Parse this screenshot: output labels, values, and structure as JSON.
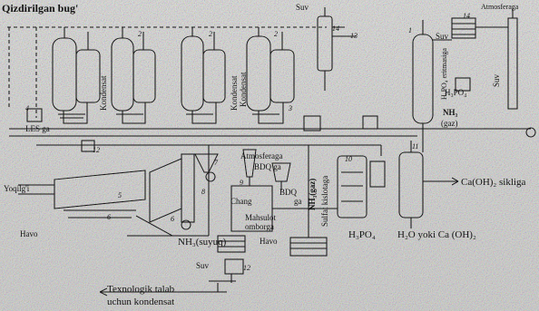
{
  "labels": {
    "steam_in": "Qizdirilgan bug'",
    "condensate_1": "Kondensat",
    "condensate_2": "Kondensat",
    "condensate_3": "Kondensat",
    "water_top": "Suv",
    "atmosphere_top": "Atmosferaga",
    "water_right_1": "Suv",
    "water_right_2": "Suv",
    "phosphoric_solution_vertical": "H₃PO₄ eritmasiga",
    "h3po4_right": "H₃PO₄",
    "nh3_gas_right": "NH₃",
    "gas_tag": "(gaz)",
    "les_to": "LES ga",
    "fuel": "Yoqilg'i",
    "air_left": "Havo",
    "atmosphere_mid": "Atmosferaga",
    "bdq_1": "BDQ ga",
    "bdq_2": "BDQ",
    "bdq_2_tail": "ga",
    "dust": "Chang",
    "product_1": "Mahsulot",
    "product_2": "omborga",
    "nh3_gas_vertical": "NH₃(gaz)",
    "sulfuric_acid_vertical": "Sulfat kislotaga",
    "ca_oh_recycle": "Ca(OH)₂ sikliga",
    "h3po4_bottom": "H₃PO₄",
    "water_or_lime": "H₂O yoki Ca (OH)₂",
    "air_mid": "Havo",
    "nh3_liquid": "NH₃(suyuq)",
    "water_bottom": "Suv",
    "tech_condensate_1": "Texnologik talab",
    "tech_condensate_2": "uchun kondensat"
  },
  "numbers": {
    "n1": "1",
    "n2a": "2",
    "n2b": "2",
    "n2c": "2",
    "n3": "3",
    "n4": "4",
    "n5": "5",
    "n6a": "6",
    "n6b": "6",
    "n7": "7",
    "n8": "8",
    "n9": "9",
    "n10": "10",
    "n11": "11",
    "n12a": "12",
    "n12b": "12",
    "n13": "13",
    "n14a": "14",
    "n14b": "14"
  }
}
